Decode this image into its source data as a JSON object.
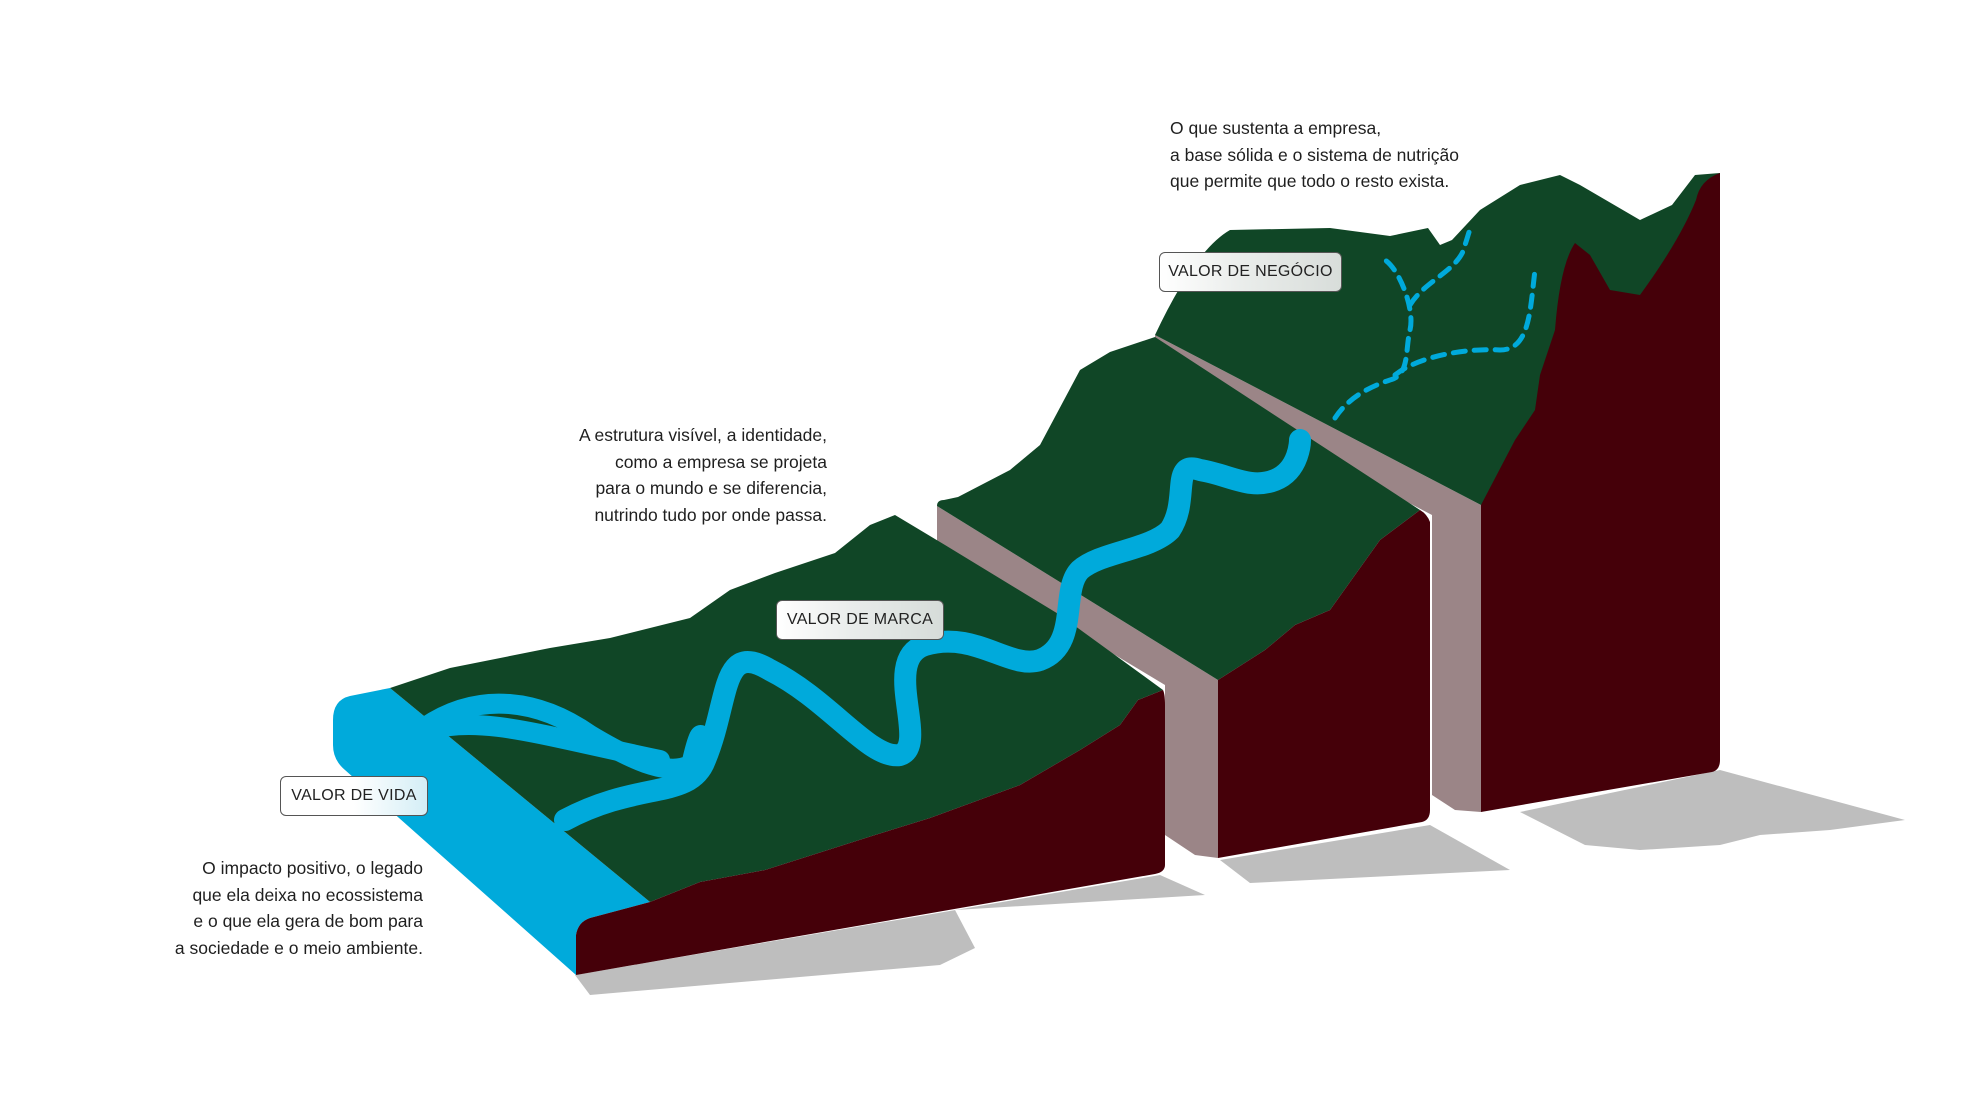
{
  "colors": {
    "terrain_top": "#104626",
    "terrain_side": "#450009",
    "cut_face": "#9b8587",
    "water": "#00aadb",
    "shadow": "#bebebe"
  },
  "stages": [
    {
      "label": "VALOR DE VIDA",
      "description": [
        "O impacto positivo, o legado",
        "que ela deixa no ecossistema",
        "e o que ela gera de bom para",
        "a sociedade e o meio ambiente."
      ]
    },
    {
      "label": "VALOR DE MARCA",
      "description": [
        "A estrutura visível, a identidade,",
        "como a empresa se projeta",
        "para o mundo e se diferencia,",
        "nutrindo tudo por onde passa."
      ]
    },
    {
      "label": "VALOR DE NEGÓCIO",
      "description": [
        "O que sustenta a empresa,",
        "a base sólida e o sistema de nutrição",
        "que permite que todo o resto exista."
      ]
    }
  ]
}
